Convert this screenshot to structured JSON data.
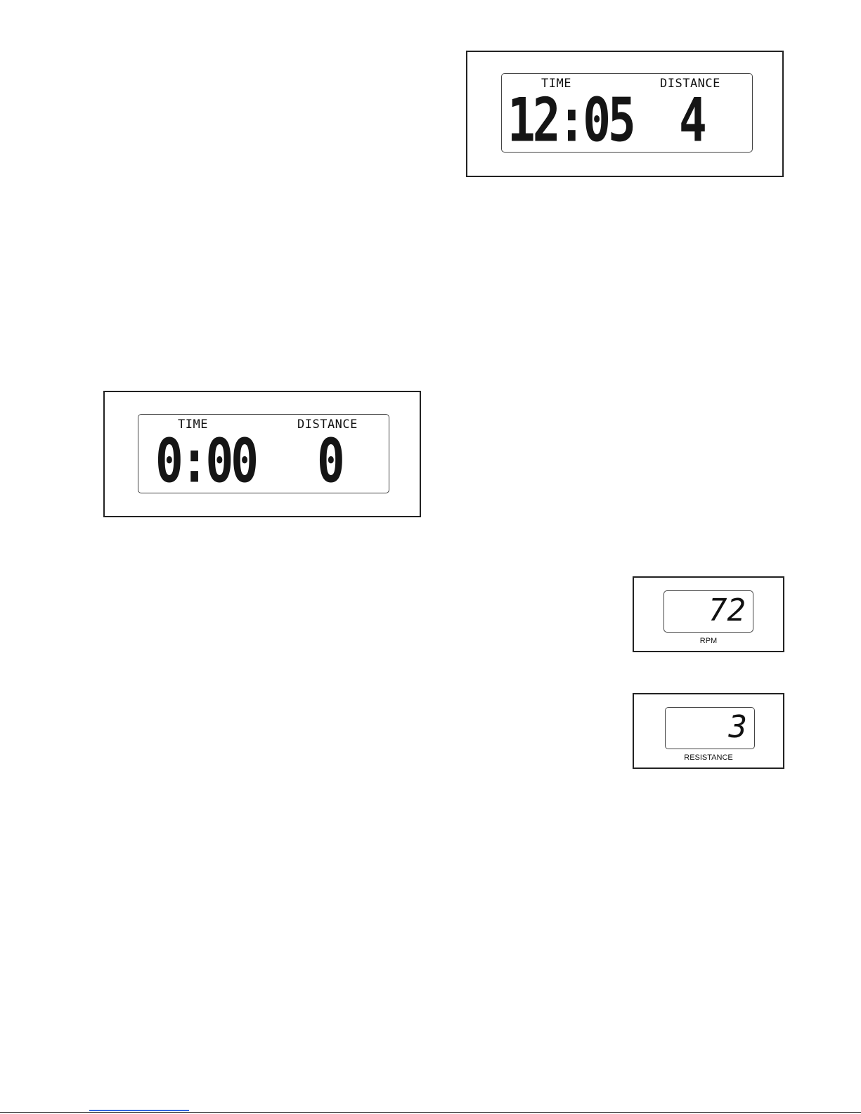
{
  "display_top": {
    "time_label": "TIME",
    "distance_label": "DISTANCE",
    "time_value": "12:05",
    "distance_value": "4"
  },
  "display_middle": {
    "time_label": "TIME",
    "distance_label": "DISTANCE",
    "time_value": "0:00",
    "distance_value": "0"
  },
  "rpm_display": {
    "value": "72",
    "label": "RPM"
  },
  "resistance_display": {
    "value": "3",
    "label": "RESISTANCE"
  }
}
